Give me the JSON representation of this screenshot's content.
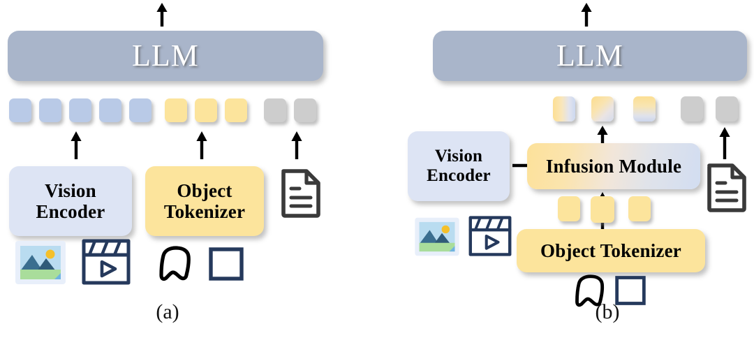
{
  "figure": {
    "type": "diagram",
    "description": "Two architecture diagrams comparing multimodal LLM designs with object tokens",
    "panels": [
      {
        "id": "a",
        "caption": "(a)",
        "llm_label": "LLM",
        "blocks": [
          {
            "name": "vision-encoder",
            "label": "Vision Encoder",
            "color": "#dde4f4"
          },
          {
            "name": "object-tokenizer",
            "label": "Object Tokenizer",
            "color": "#fce49c"
          }
        ],
        "token_row": {
          "groups": [
            {
              "kind": "vision",
              "count": 5,
              "color": "#b9cae7"
            },
            {
              "kind": "object",
              "count": 3,
              "color": "#fce49c"
            },
            {
              "kind": "text",
              "count": 2,
              "color": "#cdcdcd"
            }
          ]
        },
        "inputs": [
          {
            "name": "image-icon",
            "label": "image"
          },
          {
            "name": "video-icon",
            "label": "video"
          },
          {
            "name": "mask-icon",
            "label": "mask"
          },
          {
            "name": "bbox-icon",
            "label": "bounding box"
          },
          {
            "name": "document-icon",
            "label": "text document"
          }
        ],
        "arrows": [
          {
            "name": "llm-output-arrow",
            "direction": "up"
          },
          {
            "name": "vision-encoder-to-tokens-arrow",
            "direction": "up"
          },
          {
            "name": "object-tokenizer-to-tokens-arrow",
            "direction": "up"
          },
          {
            "name": "document-to-tokens-arrow",
            "direction": "up"
          }
        ]
      },
      {
        "id": "b",
        "caption": "(b)",
        "llm_label": "LLM",
        "blocks": [
          {
            "name": "vision-encoder",
            "label": "Vision Encoder",
            "color": "#dde4f4"
          },
          {
            "name": "infusion-module",
            "label": "Infusion Module",
            "color": "gradient-yellow-to-blue"
          },
          {
            "name": "object-tokenizer",
            "label": "Object Tokenizer",
            "color": "#fce49c"
          }
        ],
        "token_row": {
          "groups": [
            {
              "kind": "infused",
              "count": 3,
              "color": "gradient-yellow-to-blue"
            },
            {
              "kind": "text",
              "count": 2,
              "color": "#cdcdcd"
            }
          ]
        },
        "object_token_row": {
          "kind": "object",
          "count": 3,
          "color": "#fce49c"
        },
        "inputs": [
          {
            "name": "image-icon",
            "label": "image"
          },
          {
            "name": "video-icon",
            "label": "video"
          },
          {
            "name": "mask-icon",
            "label": "mask"
          },
          {
            "name": "bbox-icon",
            "label": "bounding box"
          },
          {
            "name": "document-icon",
            "label": "text document"
          }
        ],
        "arrows": [
          {
            "name": "llm-output-arrow",
            "direction": "up"
          },
          {
            "name": "vision-encoder-to-infusion-arrow",
            "direction": "right"
          },
          {
            "name": "object-tokenizer-to-infusion-arrow",
            "direction": "up"
          },
          {
            "name": "infusion-to-tokens-arrow",
            "direction": "up"
          },
          {
            "name": "document-to-tokens-arrow",
            "direction": "up"
          }
        ]
      }
    ],
    "colors": {
      "llm": "#a9b5ca",
      "vision_token": "#b9cae7",
      "object_token": "#fce49c",
      "text_token": "#cdcdcd",
      "vision_box": "#dde4f4",
      "object_box": "#fce49c",
      "arrow": "#000000",
      "document_icon": "#3a3a3a",
      "bbox_icon": "#25395c",
      "mask_icon": "#000000",
      "background": "#ffffff"
    }
  }
}
